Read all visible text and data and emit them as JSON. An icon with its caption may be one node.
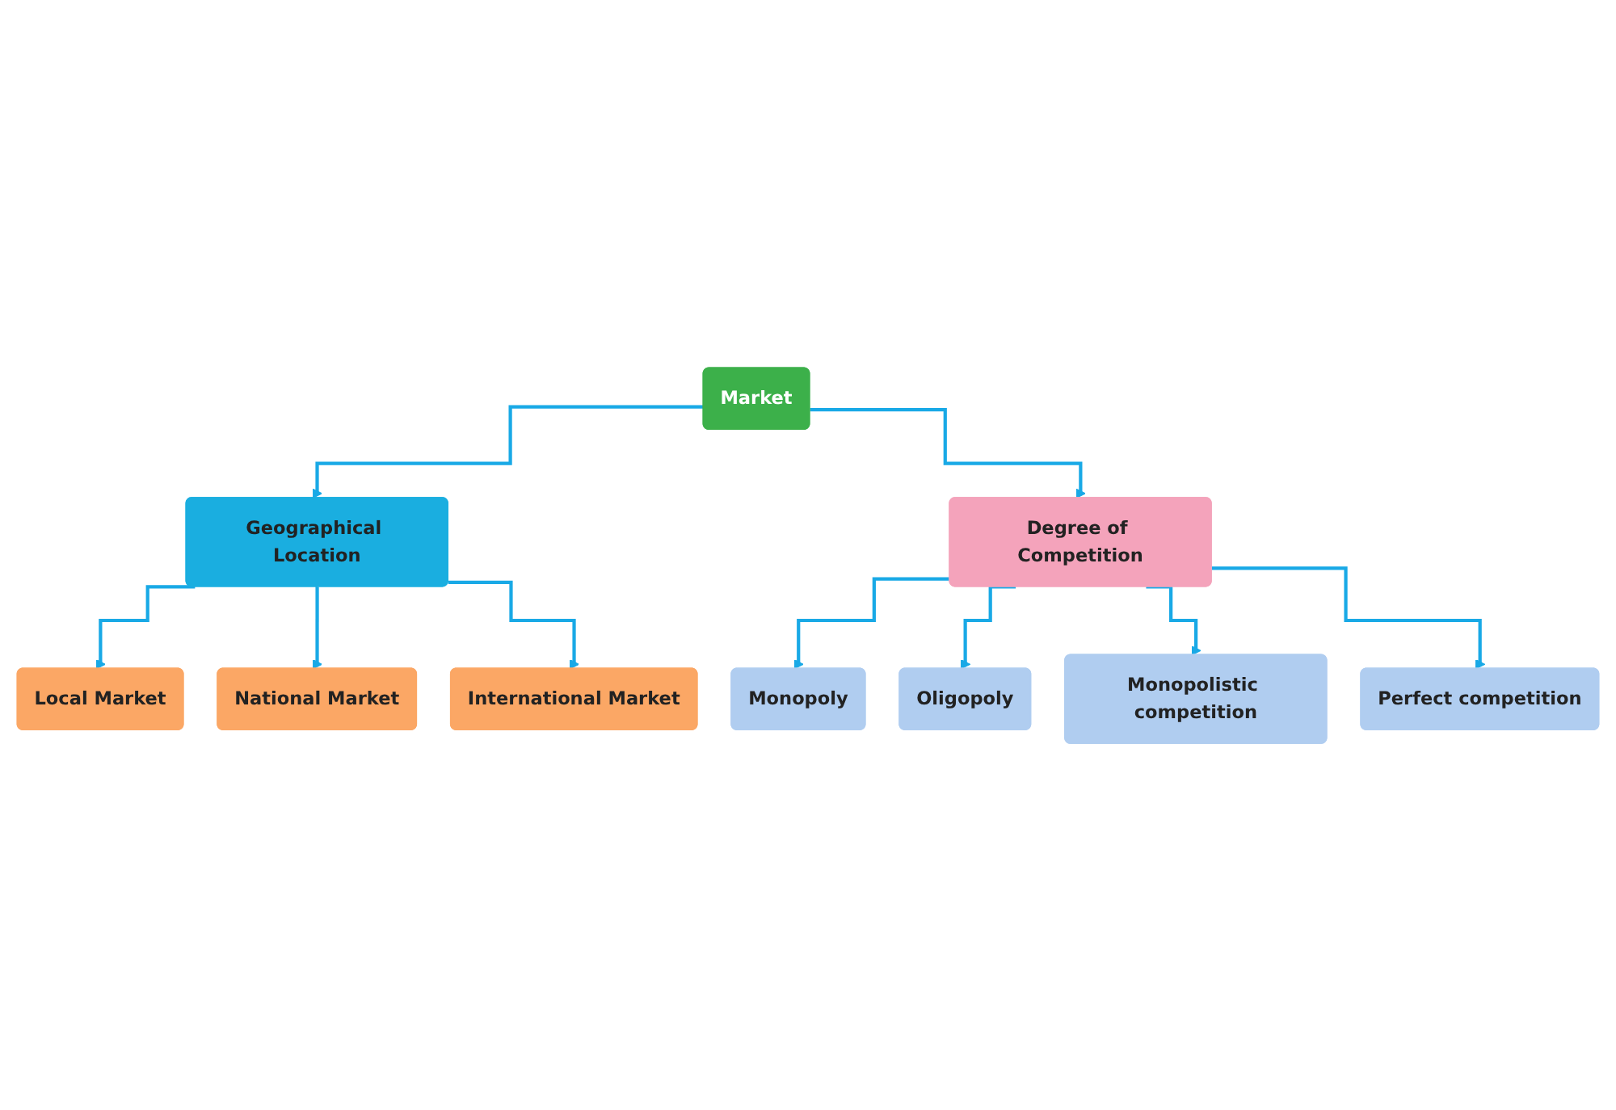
{
  "diagram": {
    "nodes": [
      {
        "text": [
          "Market"
        ]
      },
      {
        "text": [
          "Geographical Location"
        ]
      },
      {
        "text": [
          "Degree of Competition"
        ]
      },
      {
        "text": [
          "Local Market"
        ]
      },
      {
        "text": [
          "National Market"
        ]
      },
      {
        "text": [
          "International Market"
        ]
      },
      {
        "text": [
          "Monopoly"
        ]
      },
      {
        "text": [
          "Oligopoly"
        ]
      },
      {
        "text": [
          "Monopolistic competition"
        ]
      },
      {
        "text": [
          "Perfect competition"
        ]
      }
    ],
    "edges": [
      {
        "from": 0,
        "to": 1,
        "arrow": "to"
      },
      {
        "from": 0,
        "to": 2,
        "arrow": "to"
      },
      {
        "from": 1,
        "to": 3,
        "arrow": "to"
      },
      {
        "from": 1,
        "to": 4,
        "arrow": "to"
      },
      {
        "from": 1,
        "to": 5,
        "arrow": "to"
      },
      {
        "from": 2,
        "to": 6,
        "arrow": "to"
      },
      {
        "from": 2,
        "to": 7,
        "arrow": "to"
      },
      {
        "from": 2,
        "to": 8,
        "arrow": "to"
      },
      {
        "from": 2,
        "to": 9,
        "arrow": "to"
      }
    ]
  }
}
